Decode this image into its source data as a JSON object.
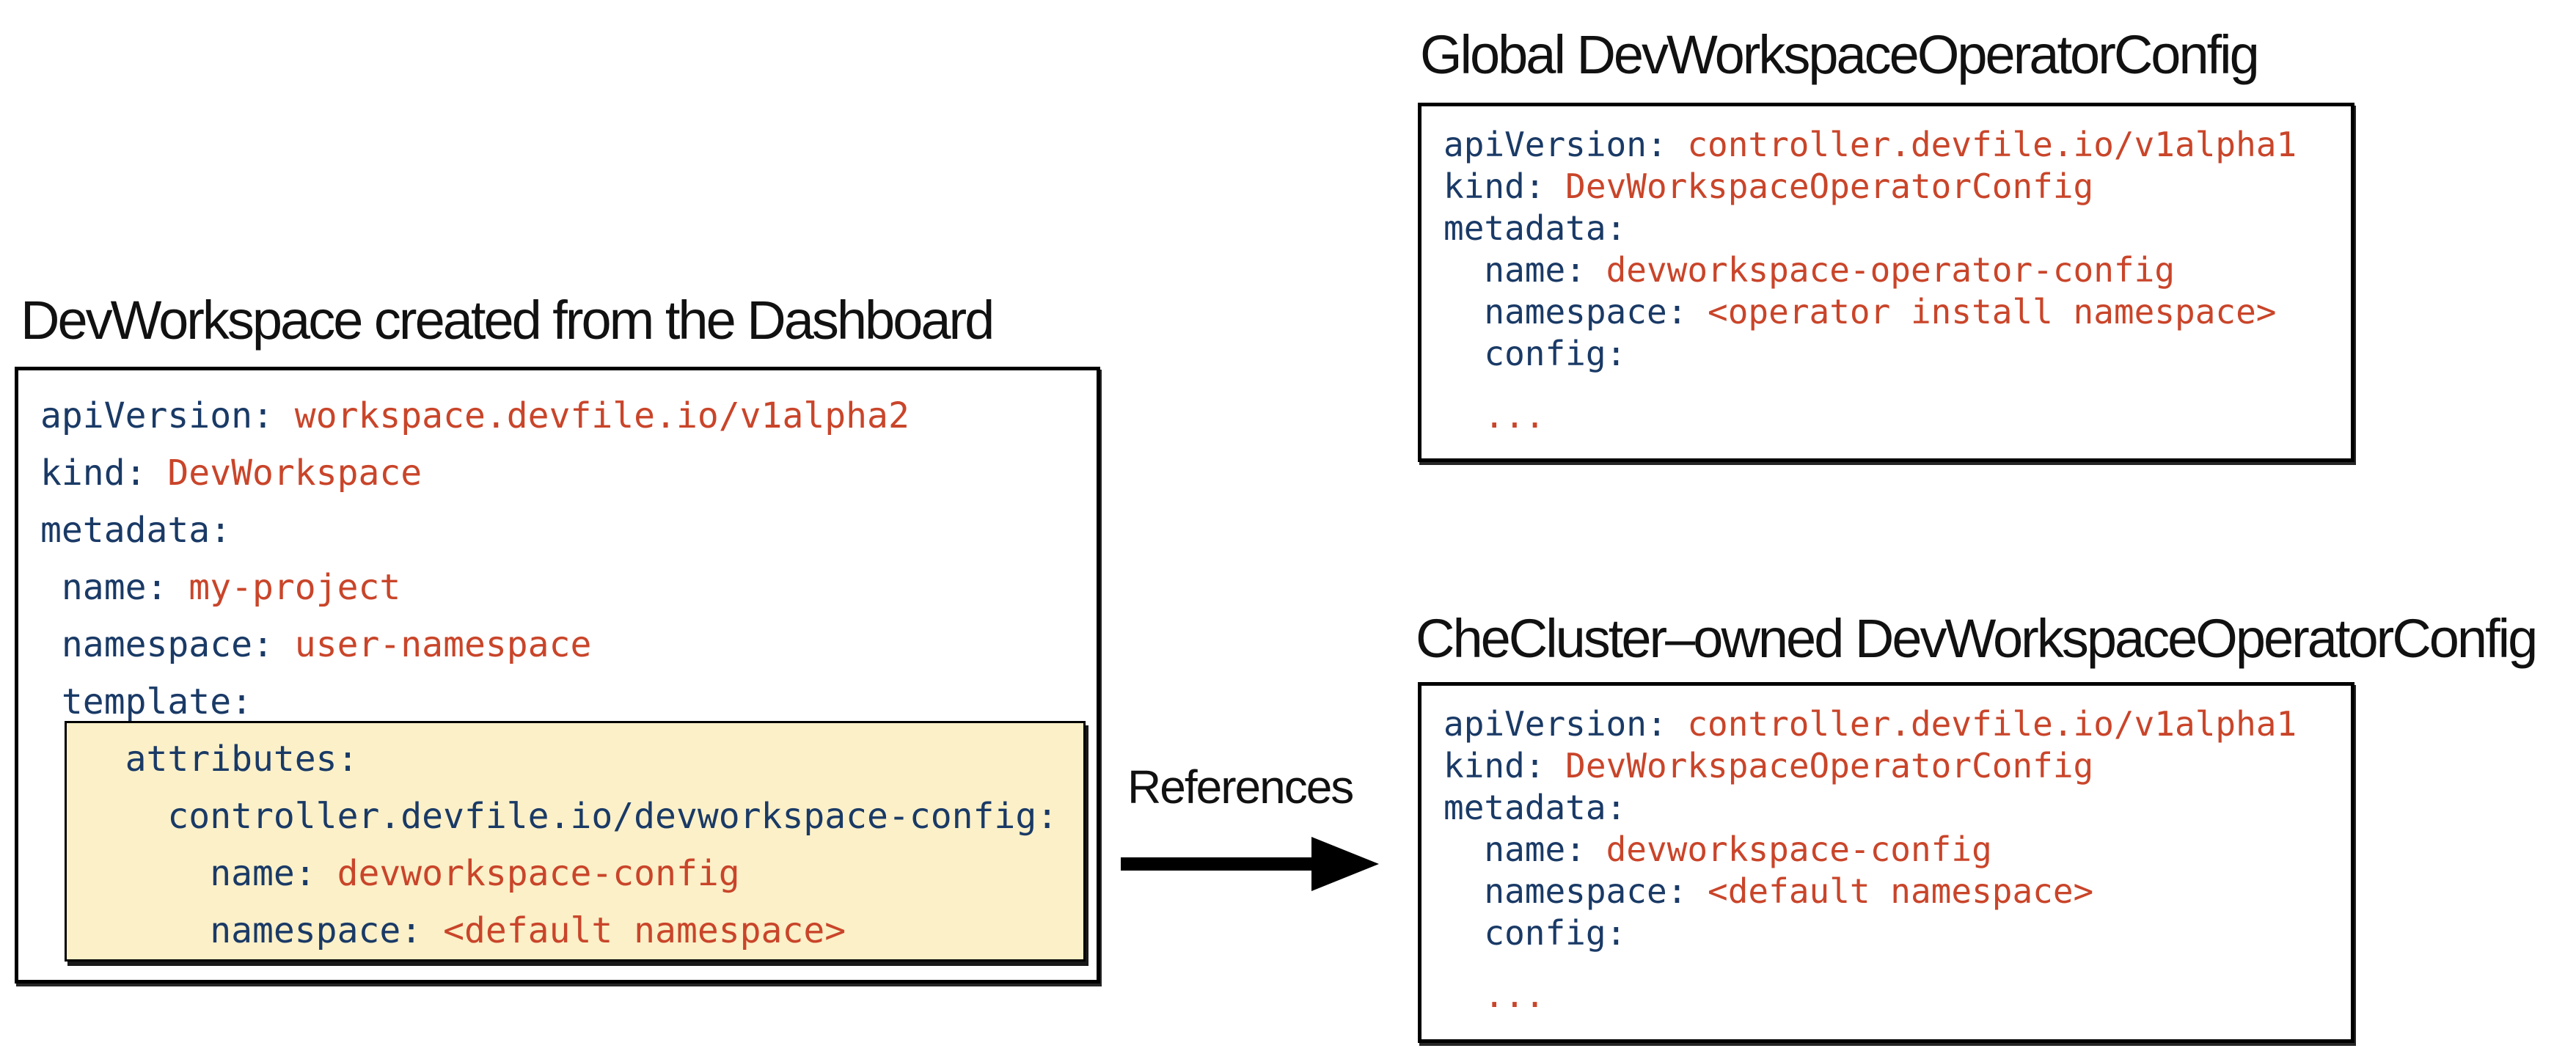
{
  "colors": {
    "key_text": "#1a3a66",
    "value_text": "#c9452a",
    "highlight_background": "#fbf0c8",
    "panel_border": "#000000",
    "title_text": "#111111",
    "arrow": "#000000"
  },
  "left_panel": {
    "title": "DevWorkspace created from the Dashboard",
    "code": [
      {
        "indent": 0,
        "key": "apiVersion",
        "value": "workspace.devfile.io/v1alpha2"
      },
      {
        "indent": 0,
        "key": "kind",
        "value": "DevWorkspace"
      },
      {
        "indent": 0,
        "key": "metadata",
        "value": ""
      },
      {
        "indent": 1,
        "key": "name",
        "value": "my-project"
      },
      {
        "indent": 1,
        "key": "namespace",
        "value": "user-namespace"
      },
      {
        "indent": 1,
        "key": "template",
        "value": ""
      }
    ],
    "highlighted_code": [
      {
        "indent": 4,
        "key": "attributes",
        "value": ""
      },
      {
        "indent": 6,
        "key": "controller.devfile.io/devworkspace-config",
        "value": ""
      },
      {
        "indent": 8,
        "key": "name",
        "value": "devworkspace-config"
      },
      {
        "indent": 8,
        "key": "namespace",
        "value": "<default namespace>"
      }
    ]
  },
  "arrow": {
    "label": "References"
  },
  "global_panel": {
    "title": "Global DevWorkspaceOperatorConfig",
    "code": [
      {
        "indent": 0,
        "key": "apiVersion",
        "value": "controller.devfile.io/v1alpha1"
      },
      {
        "indent": 0,
        "key": "kind",
        "value": "DevWorkspaceOperatorConfig"
      },
      {
        "indent": 0,
        "key": "metadata",
        "value": ""
      },
      {
        "indent": 2,
        "key": "name",
        "value": "devworkspace-operator-config"
      },
      {
        "indent": 2,
        "key": "namespace",
        "value": "<operator install namespace>"
      },
      {
        "indent": 2,
        "key": "config",
        "value": ""
      },
      {
        "indent": 2,
        "key": "",
        "value": "...",
        "spacer_before": true
      }
    ]
  },
  "checluster_panel": {
    "title": "CheCluster–owned DevWorkspaceOperatorConfig",
    "code": [
      {
        "indent": 0,
        "key": "apiVersion",
        "value": "controller.devfile.io/v1alpha1"
      },
      {
        "indent": 0,
        "key": "kind",
        "value": "DevWorkspaceOperatorConfig"
      },
      {
        "indent": 0,
        "key": "metadata",
        "value": ""
      },
      {
        "indent": 2,
        "key": "name",
        "value": "devworkspace-config"
      },
      {
        "indent": 2,
        "key": "namespace",
        "value": "<default namespace>"
      },
      {
        "indent": 2,
        "key": "config",
        "value": ""
      },
      {
        "indent": 2,
        "key": "",
        "value": "...",
        "spacer_before": true
      }
    ]
  }
}
